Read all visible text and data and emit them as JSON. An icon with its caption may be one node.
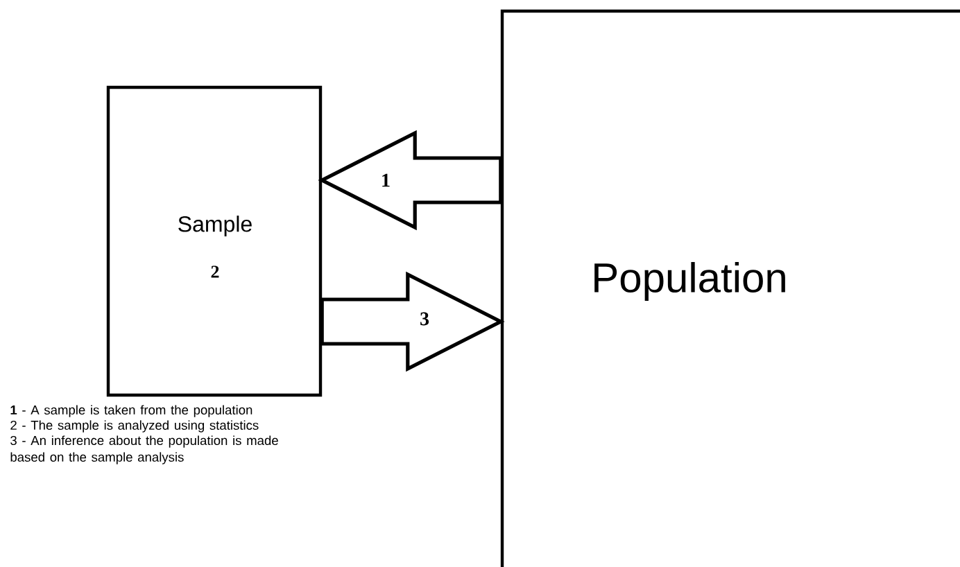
{
  "diagram": {
    "nodes": [
      {
        "text": [
          "Sample",
          "2"
        ]
      },
      {
        "text": [
          "Population"
        ]
      }
    ],
    "edges": [
      {
        "from": 1,
        "to": 0,
        "arrow": "to",
        "label": "1"
      },
      {
        "from": 0,
        "to": 1,
        "arrow": "to",
        "label": "3"
      }
    ],
    "labels": [
      "**1** - A sample is taken from the population",
      "2 - The sample is analyzed using statistics",
      "3 - An inference about the population is made based on the sample analysis"
    ]
  }
}
